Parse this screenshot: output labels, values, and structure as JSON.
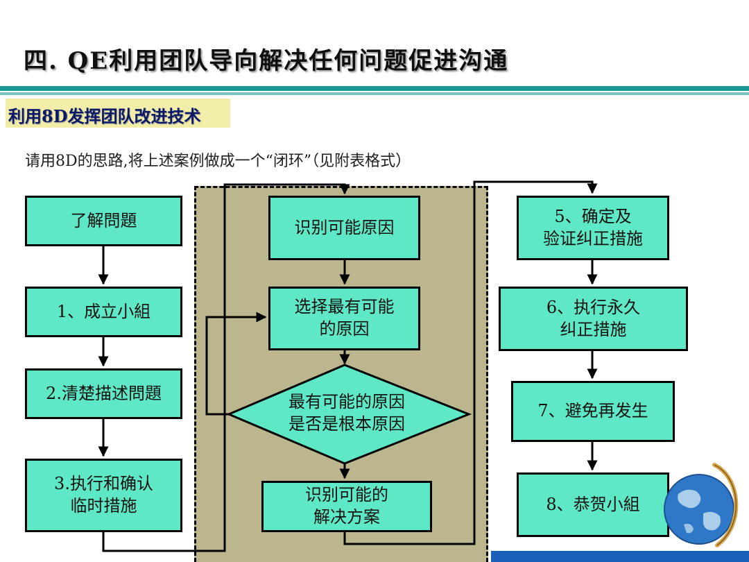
{
  "slide": {
    "title": "四. QE利用团队导向解决任何问题促进沟通",
    "subtitle": "利用8D发挥团队改进技术",
    "instruction": "请用8D的思路,将上述案例做成一个“闭环”（见附表格式）"
  },
  "flow": {
    "left": [
      {
        "lines": [
          "了解問題"
        ]
      },
      {
        "lines": [
          "1、成立小組"
        ]
      },
      {
        "lines": [
          "2.清楚",
          "描述問題"
        ]
      },
      {
        "lines": [
          "3.执行和确认",
          "临时措施"
        ]
      }
    ],
    "middle": [
      {
        "lines": [
          "识别可能原因"
        ]
      },
      {
        "lines": [
          "选择最有可能",
          "的原因"
        ]
      },
      {
        "lines": [
          "识别可能的",
          "解决方案"
        ]
      }
    ],
    "decision": {
      "lines": [
        "最有可能的原因",
        "是否是根本原因"
      ]
    },
    "right": [
      {
        "lines": [
          "5、确定及",
          "验证纠正措施"
        ]
      },
      {
        "lines": [
          "6、执行永久",
          "纠正措施"
        ]
      },
      {
        "lines": [
          "7、避免再发生"
        ]
      },
      {
        "lines": [
          "8、恭贺小組"
        ]
      }
    ]
  },
  "colors": {
    "box_fill": "#5ee8c6",
    "dashed_area": "#bcb68e",
    "title_bar": "#1c9a96",
    "subtitle_bg": "#f2eda8"
  },
  "icons": [
    "globe-icon"
  ]
}
